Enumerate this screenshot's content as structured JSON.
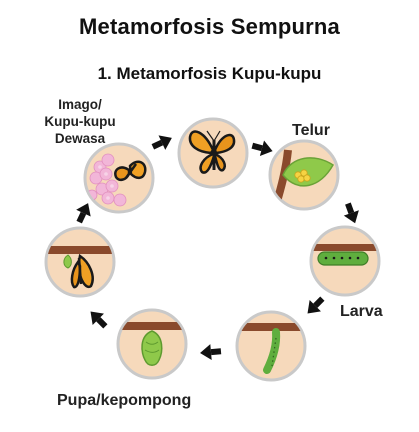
{
  "title": "Metamorfosis Sempurna",
  "subtitle": "1. Metamorfosis Kupu-kupu",
  "labels": {
    "imago": [
      "Imago/",
      "Kupu-kupu",
      "Dewasa"
    ],
    "telur": "Telur",
    "larva": "Larva",
    "pupa": "Pupa/kepompong"
  },
  "stages": [
    {
      "id": "butterfly-top",
      "icon": "butterfly-icon"
    },
    {
      "id": "egg",
      "icon": "egg-on-leaf-icon"
    },
    {
      "id": "larva-small",
      "icon": "caterpillar-icon"
    },
    {
      "id": "larva-hanging",
      "icon": "hanging-caterpillar-icon"
    },
    {
      "id": "pupa",
      "icon": "chrysalis-icon"
    },
    {
      "id": "emerging",
      "icon": "emerging-butterfly-icon"
    },
    {
      "id": "imago",
      "icon": "butterfly-on-flowers-icon"
    }
  ],
  "colors": {
    "circle_fill": "#f6d9bb",
    "circle_stroke": "#c9c9c9",
    "branch": "#8a4a2c",
    "leaf": "#8fc94a",
    "caterpillar": "#5fae3e",
    "wing_orange": "#f0a024",
    "wing_black": "#1a1a1a",
    "flower": "#f2b6d8",
    "arrow": "#111111"
  }
}
